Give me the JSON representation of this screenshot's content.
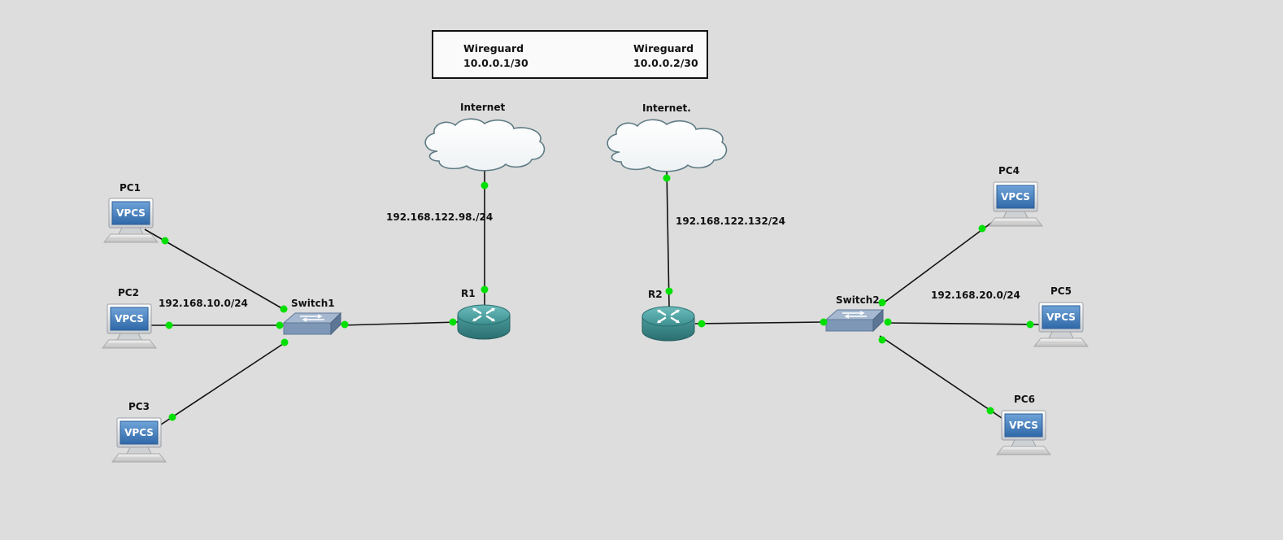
{
  "wireguard": {
    "left": {
      "title": "Wireguard",
      "address": "10.0.0.1/30"
    },
    "right": {
      "title": "Wireguard",
      "address": "10.0.0.2/30"
    }
  },
  "clouds": {
    "cloud1": "Internet",
    "cloud2": "Internet."
  },
  "routers": {
    "r1": "R1",
    "r2": "R2"
  },
  "switches": {
    "switch1": "Switch1",
    "switch2": "Switch2"
  },
  "pcs": {
    "pc1": "PC1",
    "pc2": "PC2",
    "pc3": "PC3",
    "pc4": "PC4",
    "pc5": "PC5",
    "pc6": "PC6"
  },
  "pc_badge": "VPCS",
  "subnets": {
    "r1_wan": "192.168.122.98./24",
    "r2_wan": "192.168.122.132/24",
    "lan1": "192.168.10.0/24",
    "lan2": "192.168.20.0/24"
  },
  "colors": {
    "background": "#dddddd",
    "link": "#111111",
    "port": "#00e000",
    "router": "#3a8f8f",
    "switch": "#7f97b7",
    "vpcs_screen": "#3f78b8"
  }
}
